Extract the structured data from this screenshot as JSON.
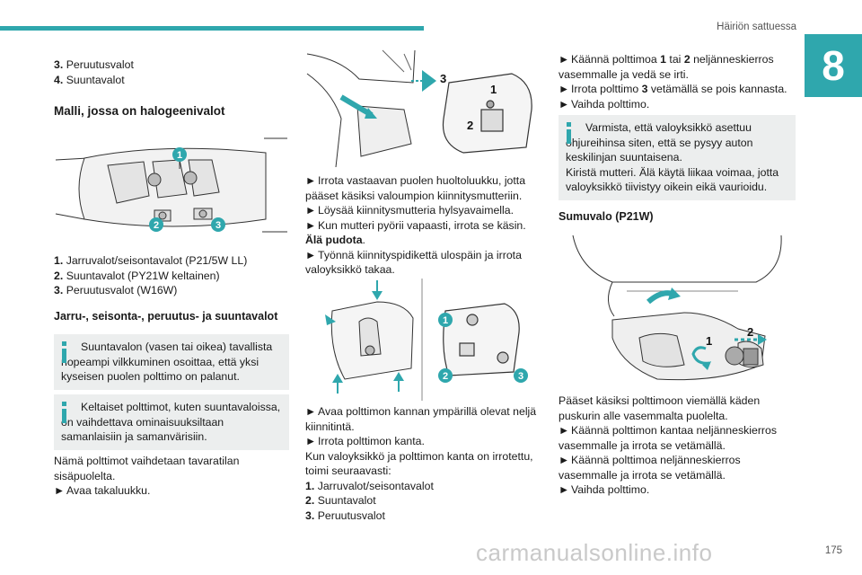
{
  "header": {
    "title": "Häiriön sattuessa",
    "chapter": "8",
    "page_number": "175"
  },
  "watermark": "carmanualsonline.info",
  "colors": {
    "accent": "#2fa7ad",
    "info_bg": "#eceeee"
  },
  "col1": {
    "list_a": [
      {
        "num": "3.",
        "text": "Peruutusvalot"
      },
      {
        "num": "4.",
        "text": "Suuntavalot"
      }
    ],
    "heading_halogen": "Malli, jossa on halogeenivalot",
    "fig1_labels": [
      "1",
      "2",
      "3"
    ],
    "list_b": [
      {
        "num": "1.",
        "text": "Jarruvalot/seisontavalot (P21/5W LL)"
      },
      {
        "num": "2.",
        "text": "Suuntavalot (PY21W keltainen)"
      },
      {
        "num": "3.",
        "text": "Peruutusvalot (W16W)"
      }
    ],
    "heading_brake": "Jarru-, seisonta-, peruutus- ja suuntavalot",
    "info1": "Suuntavalon (vasen tai oikea) tavallista nopeampi vilkkuminen osoittaa, että yksi kyseisen puolen polttimo on palanut.",
    "info2": "Keltaiset polttimot, kuten suuntavaloissa, on vaihdettava ominaisuuksiltaan samanlaisiin ja samanvärisiin.",
    "para1": "Nämä polttimot vaihdetaan tavaratilan sisäpuolelta.",
    "step1": "Avaa takaluukku."
  },
  "col2": {
    "fig2_labels": [
      "3",
      "1",
      "2"
    ],
    "steps_a": [
      "Irrota vastaavan puolen huoltoluukku, jotta pääset käsiksi valoumpion kiinnitysmutteriin.",
      "Löysää kiinnitysmutteria hylsyavaimella.",
      "Kun mutteri pyörii vapaasti, irrota se käsin."
    ],
    "dont_drop": "Älä pudota",
    "steps_b": [
      "Työnnä kiinnityspidikettä ulospäin ja irrota valoyksikkö takaa."
    ],
    "fig3_labels": [
      "1",
      "2",
      "3"
    ],
    "steps_c": [
      "Avaa polttimon kannan ympärillä olevat neljä kiinnitintä.",
      "Irrota polttimon kanta."
    ],
    "para2": "Kun valoyksikkö ja polttimon kanta on irrotettu, toimi seuraavasti:",
    "list_c": [
      {
        "num": "1.",
        "text": "Jarruvalot/seisontavalot"
      },
      {
        "num": "2.",
        "text": "Suuntavalot"
      },
      {
        "num": "3.",
        "text": "Peruutusvalot"
      }
    ]
  },
  "col3": {
    "step_turn_pre": "Käännä polttimoa ",
    "step_turn_n1": "1",
    "step_turn_mid": " tai ",
    "step_turn_n2": "2",
    "step_turn_post": " neljänneskierros vasemmalle ja vedä se irti.",
    "step_remove_pre": "Irrota polttimo ",
    "step_remove_n": "3",
    "step_remove_post": " vetämällä se pois kannasta.",
    "step_replace": "Vaihda polttimo.",
    "info3_l1": "Varmista, että valoyksikkö asettuu ohjureihinsa siten, että se pysyy auton keskilinjan suuntaisena.",
    "info3_l2": "Kiristä mutteri. Älä käytä liikaa voimaa, jotta valoyksikkö tiivistyy oikein eikä vaurioidu.",
    "heading_fog": "Sumuvalo (P21W)",
    "fig4_labels": [
      "1",
      "2"
    ],
    "para3": "Pääset käsiksi polttimoon viemällä käden puskurin alle vasemmalta puolelta.",
    "steps": [
      "Käännä polttimon kantaa neljänneskierros vasemmalle ja irrota se vetämällä.",
      "Käännä polttimoa neljänneskierros vasemmalle ja irrota se vetämällä.",
      "Vaihda polttimo."
    ]
  },
  "arrow_glyph": "►"
}
